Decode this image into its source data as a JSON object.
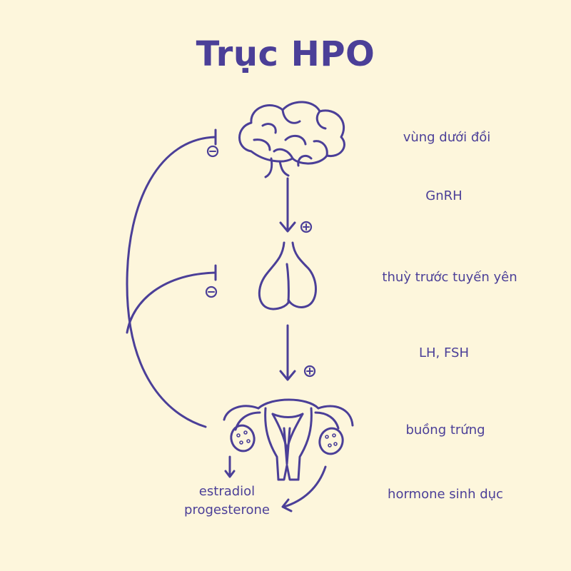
{
  "title": "Trục HPO",
  "labels": {
    "hypothalamus": "vùng dưới đồi",
    "gnrh": "GnRH",
    "pituitary": "thuỳ trước tuyến yên",
    "lh_fsh": "LH, FSH",
    "ovary": "buồng trứng",
    "sex_hormones": "hormone sinh dục"
  },
  "products": {
    "line1": "estradiol",
    "line2": "progesterone"
  },
  "colors": {
    "background": "#fdf6dc",
    "ink": "#4b3f98"
  }
}
